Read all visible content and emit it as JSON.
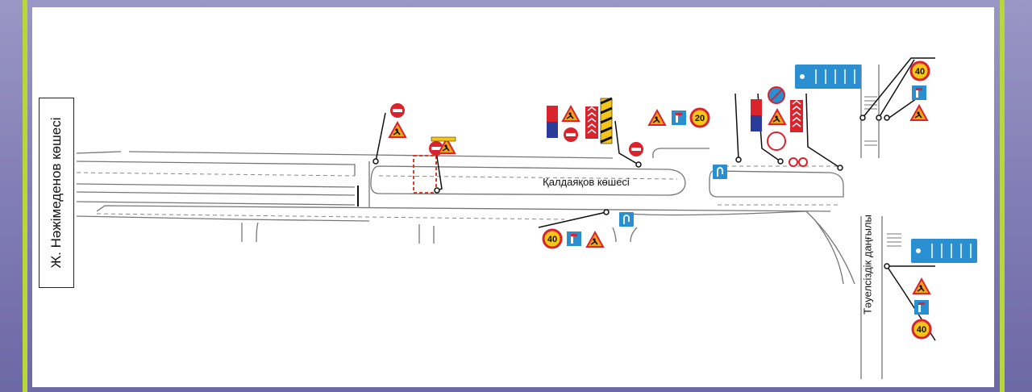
{
  "map": {
    "title": "",
    "streets": {
      "left_vertical": "Ж. Нәжімеденов көшесі",
      "main_horizontal": "Қалдаяқов көшесі",
      "right_vertical": "Тәуелсіздік даңғылы"
    },
    "speed_limits": [
      "40",
      "20",
      "40",
      "40"
    ],
    "signs": [
      {
        "name": "no-entry-sign"
      },
      {
        "name": "road-works-sign"
      },
      {
        "name": "detour-direction-sign"
      },
      {
        "name": "speed-limit-sign"
      },
      {
        "name": "u-turn-sign"
      },
      {
        "name": "lane-direction-sign"
      },
      {
        "name": "chevron-barrier"
      },
      {
        "name": "no-stopping-sign"
      }
    ],
    "colors": {
      "frame": "#b9d63a",
      "background": "#8884bb",
      "sign_blue": "#2a8fd1",
      "sign_red": "#d9232d",
      "works_orange": "#f5a21b",
      "closure_dashed": "#e23a2a"
    }
  }
}
